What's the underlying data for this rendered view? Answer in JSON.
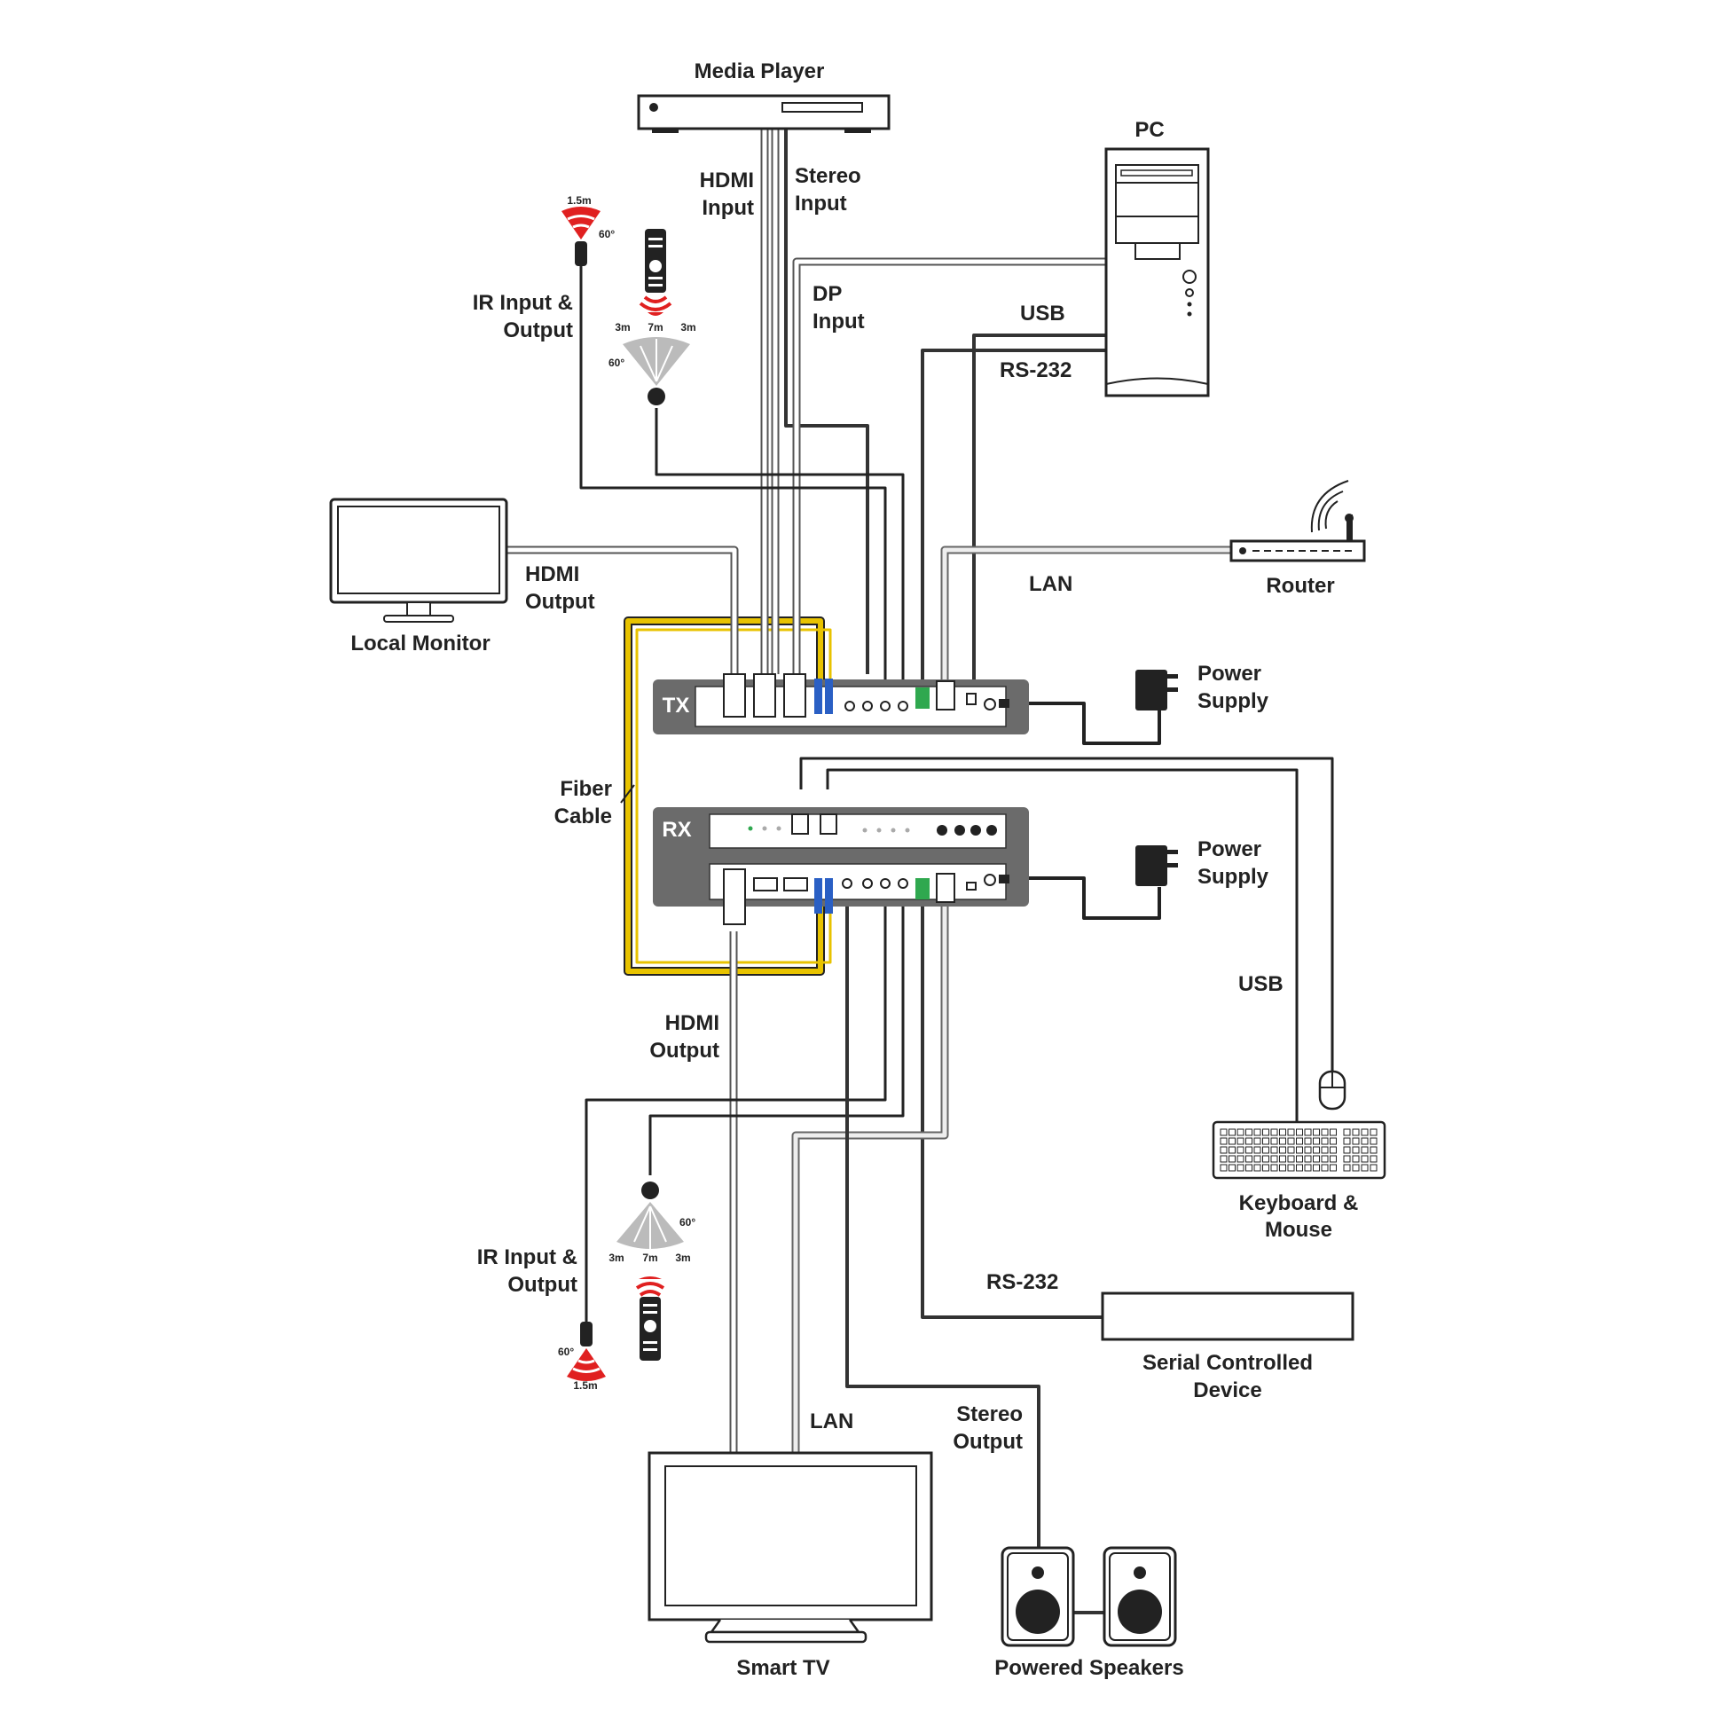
{
  "devices": {
    "media_player": "Media Player",
    "pc": "PC",
    "local_monitor": "Local Monitor",
    "router": "Router",
    "tx": "TX",
    "rx": "RX",
    "keyboard_mouse": [
      "Keyboard &",
      "Mouse"
    ],
    "serial_device": [
      "Serial Controlled",
      "Device"
    ],
    "smart_tv": "Smart TV",
    "powered_speakers": "Powered Speakers",
    "power_supply_tx": [
      "Power",
      "Supply"
    ],
    "power_supply_rx": [
      "Power",
      "Supply"
    ]
  },
  "connections": {
    "hdmi_input": [
      "HDMI",
      "Input"
    ],
    "stereo_input": [
      "Stereo",
      "Input"
    ],
    "dp_input": [
      "DP",
      "Input"
    ],
    "usb_pc": "USB",
    "rs232_pc": "RS-232",
    "ir_top": [
      "IR Input &",
      "Output"
    ],
    "hdmi_output_local": [
      "HDMI",
      "Output"
    ],
    "lan_router": "LAN",
    "fiber_cable": [
      "Fiber",
      "Cable"
    ],
    "usb_kb": "USB",
    "hdmi_output_tv": [
      "HDMI",
      "Output"
    ],
    "ir_bottom": [
      "IR Input &",
      "Output"
    ],
    "rs232_device": "RS-232",
    "lan_tv": "LAN",
    "stereo_output": [
      "Stereo",
      "Output"
    ]
  },
  "ir_specs": {
    "top_emitter_range": "1.5m",
    "top_emitter_angle": "60°",
    "top_receiver_left": "3m",
    "top_receiver_center": "7m",
    "top_receiver_right": "3m",
    "top_receiver_angle": "60°",
    "bottom_receiver_angle": "60°",
    "bottom_receiver_left": "3m",
    "bottom_receiver_center": "7m",
    "bottom_receiver_right": "3m",
    "bottom_emitter_angle": "60°",
    "bottom_emitter_range": "1.5m"
  },
  "colors": {
    "fiber": "#e8c300",
    "device_gray": "#6b6b6b",
    "ir_red": "#e02020",
    "terminal_green": "#2fa84f",
    "fiber_connector_blue": "#2a5fc4"
  }
}
